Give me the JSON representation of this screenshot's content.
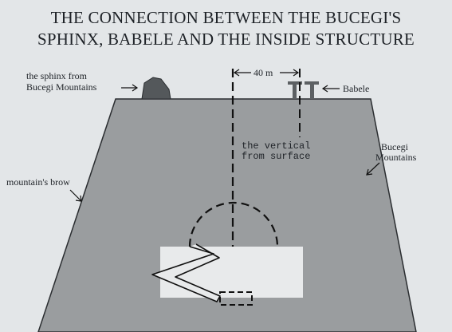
{
  "title_line1": "THE CONNECTION BETWEEN THE BUCEGI'S",
  "title_line2": "SPHINX, BABELE AND THE INSIDE STRUCTURE",
  "labels": {
    "sphinx_line1": "the sphinx from",
    "sphinx_line2": "Bucegi Mountains",
    "distance": "40 m",
    "babele": "Babele",
    "vertical_line1": "the vertical",
    "vertical_line2": "from surface",
    "bucegi_line1": "Bucegi",
    "bucegi_line2": "Mountains",
    "brow": "mountain's brow"
  },
  "colors": {
    "background": "#e3e6e8",
    "mountain": "#9a9d9f",
    "structure": "#e8eaeb",
    "ink": "#1e2227"
  }
}
